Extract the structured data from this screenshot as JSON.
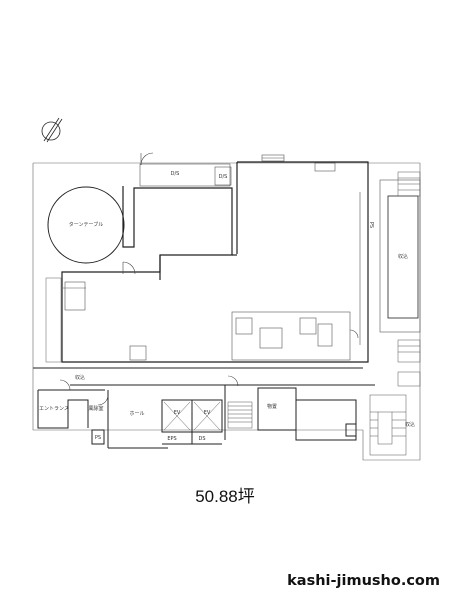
{
  "diagram": {
    "labels": {
      "turntable": "ターンテーブル",
      "ds_top": "D/S",
      "ds_small": "D/S",
      "pipe_shaft": "PS",
      "storage_right": "収込",
      "storage_left": "収込",
      "storage_stair": "収込",
      "entrance": "エントランス",
      "wind_room": "風除室",
      "hall": "ホール",
      "ev1": "EV",
      "ev2": "EV",
      "eps": "EPS",
      "ds_bottom": "DS",
      "ps_bottom": "PS",
      "storeroom": "物置"
    }
  },
  "footer": {
    "area": "50.88坪",
    "site": "kashi-jimusho.com"
  }
}
